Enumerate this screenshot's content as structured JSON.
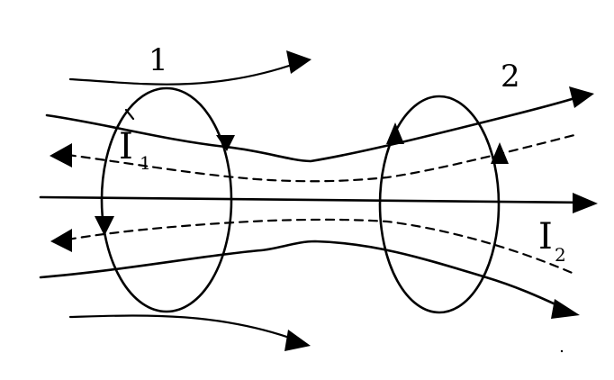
{
  "labels": {
    "coil_1": "1",
    "coil_2": "2",
    "current_1": {
      "symbol": "I",
      "subscript": "1"
    },
    "current_2": {
      "symbol": "I",
      "subscript": "2"
    }
  },
  "colors": {
    "ink": "#000000",
    "background": "#ffffff"
  }
}
